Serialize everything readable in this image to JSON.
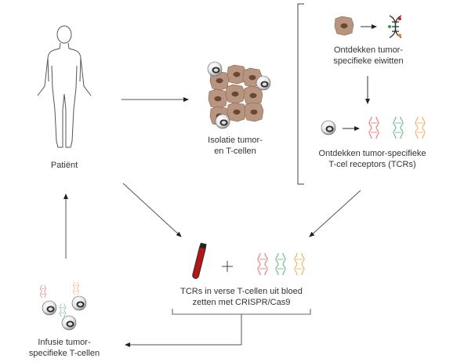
{
  "diagram": {
    "title": "TCR-therapie workflow",
    "nodes": {
      "patient": {
        "label": "Patiënt",
        "icon": "human-body-outline-icon"
      },
      "isolation": {
        "label_line1": "Isolatie tumor-",
        "label_line2": "en T-cellen",
        "icon": "tumor-and-t-cells-icon"
      },
      "proteins": {
        "label_line1": "Ontdekken tumor-",
        "label_line2": "specifieke eiwitten",
        "icon": "tumor-cell-to-dna-icon"
      },
      "tcrs": {
        "label_line1": "Ontdekken tumor-specifieke",
        "label_line2": "T-cel receptors (TCRs)",
        "icon": "t-cell-to-receptors-icon"
      },
      "crispr": {
        "label_line1": "TCRs in verse T-cellen uit bloed",
        "label_line2": "zetten met CRISPR/Cas9",
        "plus": "+",
        "icon": "blood-tube-plus-receptors-icon"
      },
      "infusion": {
        "label_line1": "Infusie tumor-",
        "label_line2": "specifieke T-cellen",
        "icon": "modified-t-cells-icon"
      }
    },
    "colors": {
      "line": "#555555",
      "tumor_cell": "#b89580",
      "tumor_nucleus": "#6b4632",
      "receptor_red": "#e88a8a",
      "receptor_green": "#7fbf9a",
      "receptor_orange": "#f0b97a",
      "blood": "#b01818"
    }
  }
}
